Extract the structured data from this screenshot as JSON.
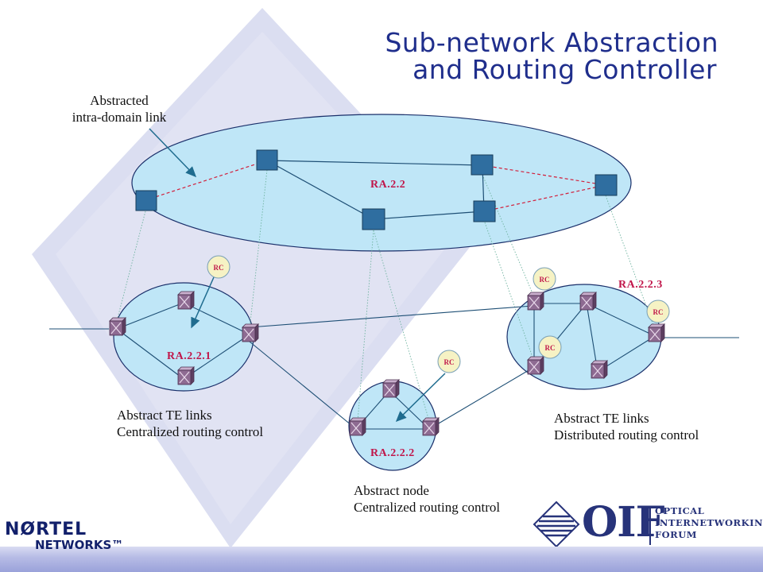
{
  "title": {
    "line1": "Sub-network Abstraction",
    "line2": "and Routing Controller"
  },
  "labels": {
    "abstracted_link_line1": "Abstracted",
    "abstracted_link_line2": "intra-domain link",
    "ra_top": "RA.2.2",
    "ra_left": "RA.2.2.1",
    "ra_middle": "RA.2.2.2",
    "ra_right": "RA.2.2.3",
    "rc": "RC",
    "left_caption_line1": "Abstract TE links",
    "left_caption_line2": "Centralized routing control",
    "middle_caption_line1": "Abstract  node",
    "middle_caption_line2": "Centralized routing control",
    "right_caption_line1": "Abstract TE links",
    "right_caption_line2": "Distributed routing control"
  },
  "logos": {
    "nortel_line1": "NØRTEL",
    "nortel_line2": "NETWORKS™",
    "oif_big": "OIF",
    "oif_line1": "OPTICAL",
    "oif_line2": "INTERNETWORKING",
    "oif_line3": "FORUM"
  },
  "colors": {
    "title": "#1f2e8c",
    "ra_label": "#c0164a",
    "ellipse_fill": "#bfe6f7",
    "node_fill": "#2f6ea0",
    "switch_fill": "#8e6b92",
    "rc_fill": "#f6f2c4",
    "background_diamond": "#d5d8ee"
  }
}
